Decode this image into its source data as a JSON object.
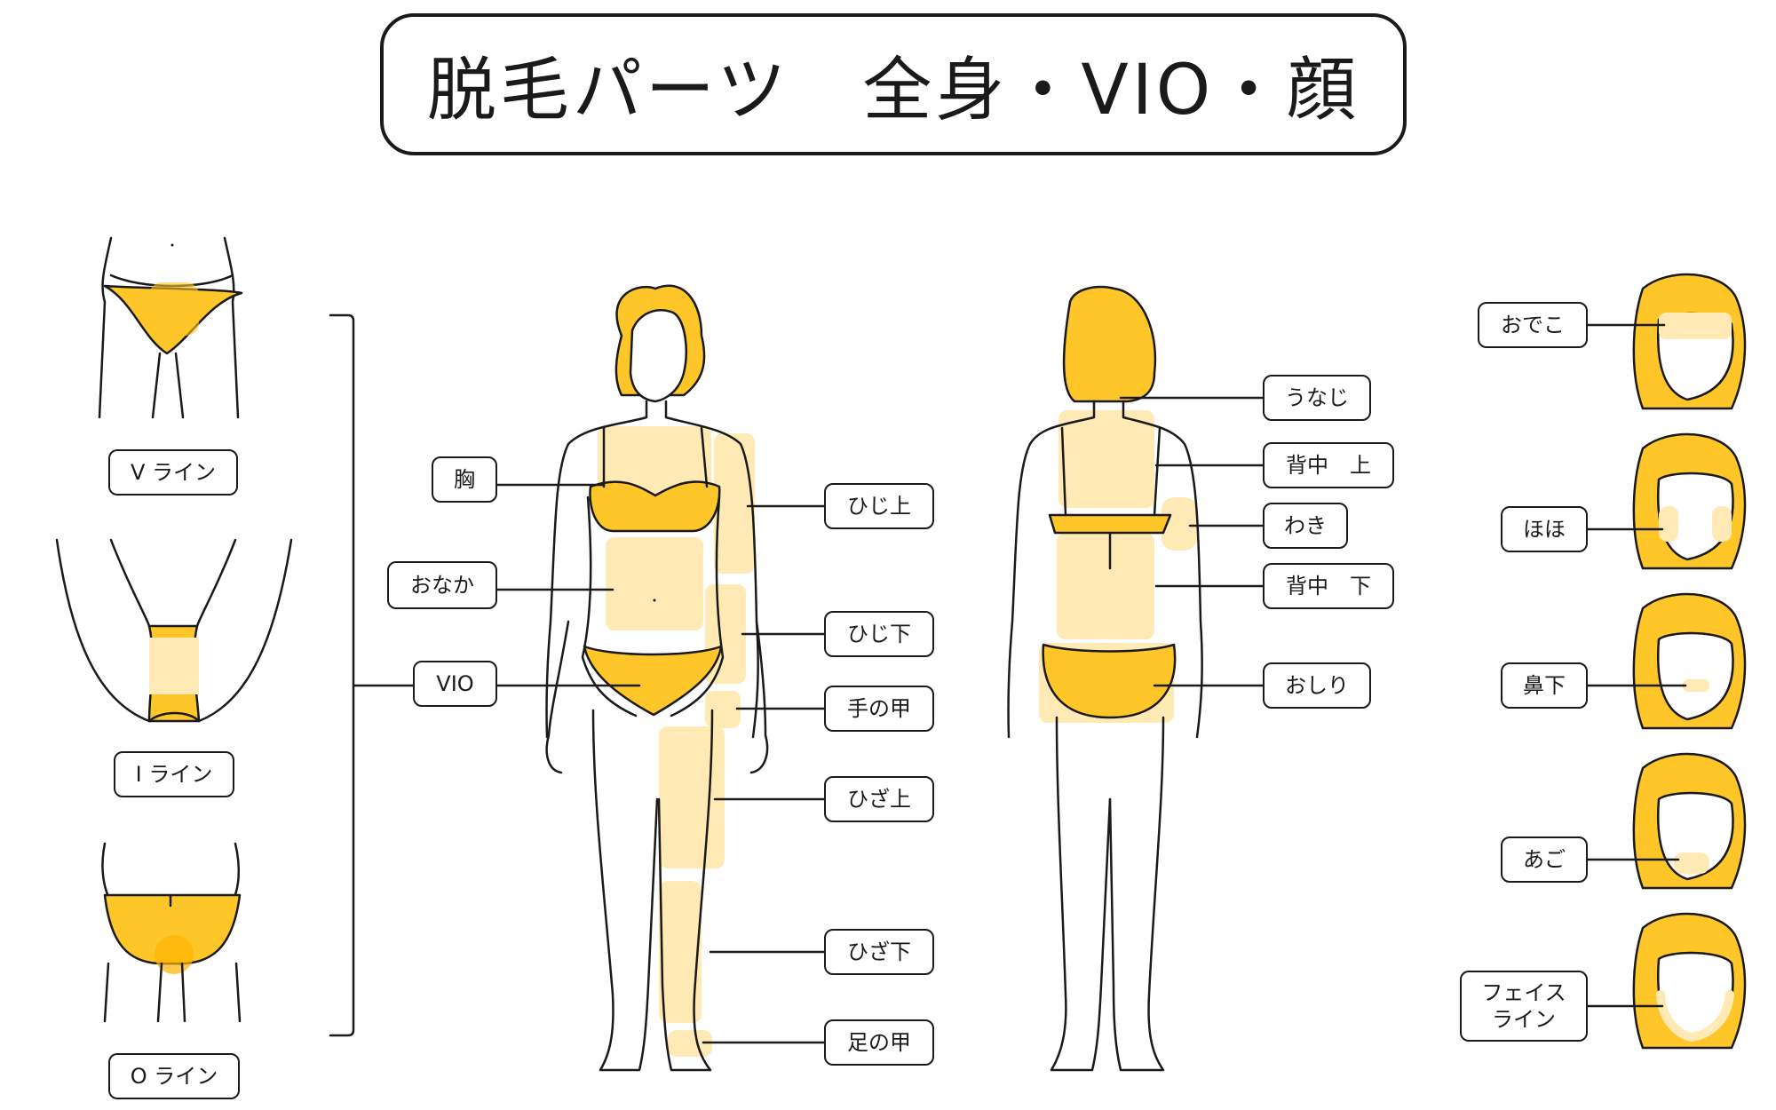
{
  "title": "脱毛パーツ　全身・VIO・顔",
  "vio_labels": {
    "v_line": "V ライン",
    "i_line": "I ライン",
    "o_line": "O ライン"
  },
  "front_labels": {
    "chest": "胸",
    "belly": "おなか",
    "vio": "VIO",
    "upper_elbow": "ひじ上",
    "lower_elbow": "ひじ下",
    "back_of_hand": "手の甲",
    "above_knee": "ひざ上",
    "below_knee": "ひざ下",
    "top_of_foot": "足の甲"
  },
  "back_labels": {
    "nape": "うなじ",
    "upper_back": "背中　上",
    "armpit": "わき",
    "lower_back": "背中　下",
    "buttocks": "おしり"
  },
  "face_labels": {
    "forehead": "おでこ",
    "cheeks": "ほほ",
    "under_nose": "鼻下",
    "chin": "あご",
    "face_line": "フェイス\nライン"
  },
  "colors": {
    "yellow": "#FFC629",
    "light": "#FFE9B5",
    "stroke": "#1a1a1a"
  }
}
